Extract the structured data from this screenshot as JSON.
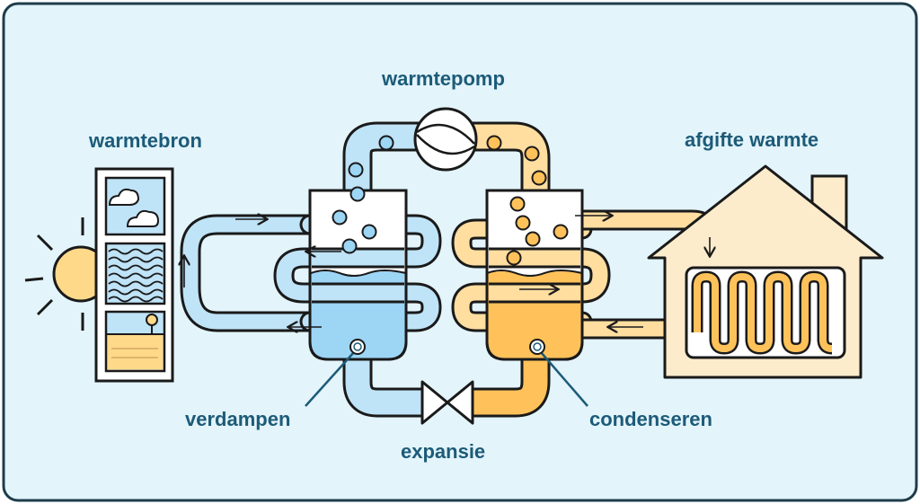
{
  "diagram": {
    "labels": {
      "heat_pump": "warmtepomp",
      "heat_source": "warmtebron",
      "heat_output": "afgifte warmte",
      "evaporate": "verdampen",
      "expansion": "expansie",
      "condense": "condenseren"
    }
  },
  "colors": {
    "background": "#e3f4fb",
    "outline": "#1a1a1a",
    "cold": "#bfe3f7",
    "cold_liquid": "#9dd5f5",
    "warm": "#ffdea0",
    "warm_liquid": "#ffc25a",
    "label": "#1c5b78",
    "house": "#fdeccc",
    "sun": "#ffd98a"
  }
}
